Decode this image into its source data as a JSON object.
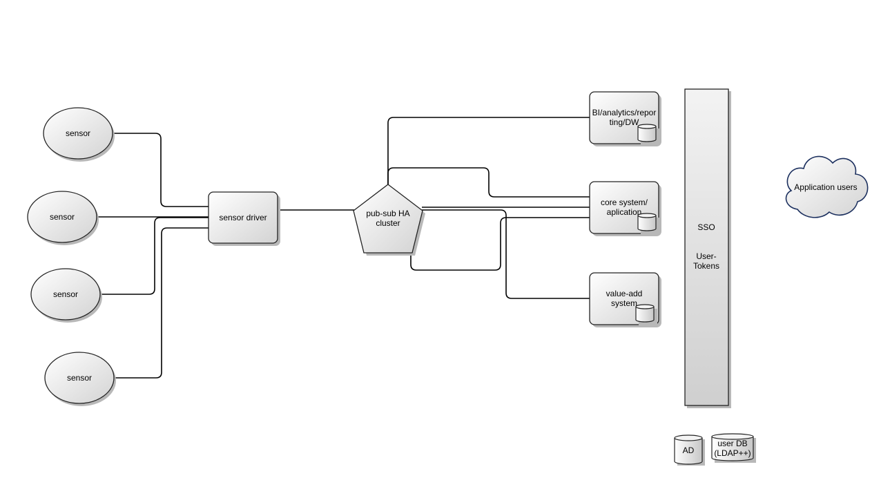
{
  "nodes": {
    "sensor_1": "sensor",
    "sensor_2": "sensor",
    "sensor_3": "sensor",
    "sensor_4": "sensor",
    "sensor_driver": "sensor driver",
    "pubsub": [
      "pub-sub HA",
      "cluster"
    ],
    "bi": [
      "BI/analytics/repor",
      "ting/DW"
    ],
    "core": [
      "core system/",
      "aplication"
    ],
    "valueadd": [
      "value-add",
      "system"
    ],
    "sso": [
      "SSO",
      "User-",
      "Tokens"
    ],
    "users": "Application users",
    "ad": "AD",
    "userdb": [
      "user DB",
      "(LDAP++)"
    ]
  }
}
